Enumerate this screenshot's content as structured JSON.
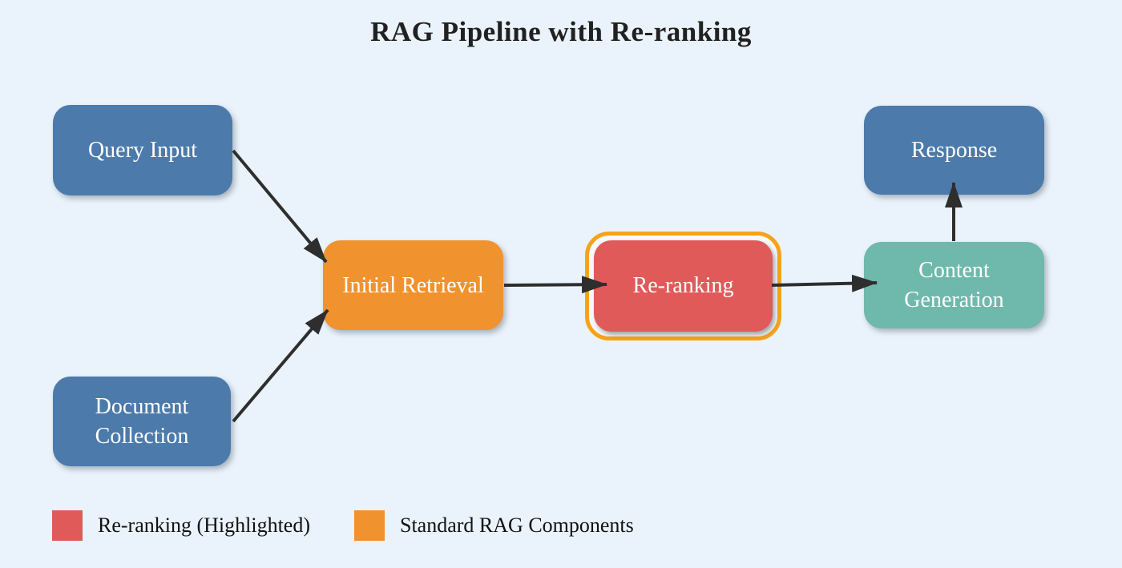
{
  "title": "RAG Pipeline with Re-ranking",
  "diagram_type": "flowchart",
  "nodes": {
    "query_input": {
      "label": "Query Input",
      "color": "#4c7aaa"
    },
    "document_collection": {
      "label": "Document Collection",
      "color": "#4c7aaa"
    },
    "initial_retrieval": {
      "label": "Initial Retrieval",
      "color": "#f0922e"
    },
    "re_ranking": {
      "label": "Re-ranking",
      "color": "#e05a5a",
      "highlight_ring_color": "#f6a21c"
    },
    "content_generation": {
      "label": "Content Generation",
      "color": "#6fb8ac"
    },
    "response": {
      "label": "Response",
      "color": "#4c7aaa"
    }
  },
  "edges": [
    {
      "from": "Query Input",
      "to": "Initial Retrieval"
    },
    {
      "from": "Document Collection",
      "to": "Initial Retrieval"
    },
    {
      "from": "Initial Retrieval",
      "to": "Re-ranking"
    },
    {
      "from": "Re-ranking",
      "to": "Content Generation"
    },
    {
      "from": "Content Generation",
      "to": "Response"
    }
  ],
  "legend": [
    {
      "label": "Re-ranking (Highlighted)",
      "color": "#e05a5a"
    },
    {
      "label": "Standard RAG Components",
      "color": "#f0922e"
    }
  ],
  "colors": {
    "background": "#eaf3fb",
    "node_blue": "#4c7aaa",
    "node_orange": "#f0922e",
    "node_red": "#e05a5a",
    "node_teal": "#6fb8ac",
    "highlight_ring": "#f6a21c",
    "arrow": "#2e2e2e",
    "title_text": "#212121",
    "node_text": "#ffffff"
  }
}
